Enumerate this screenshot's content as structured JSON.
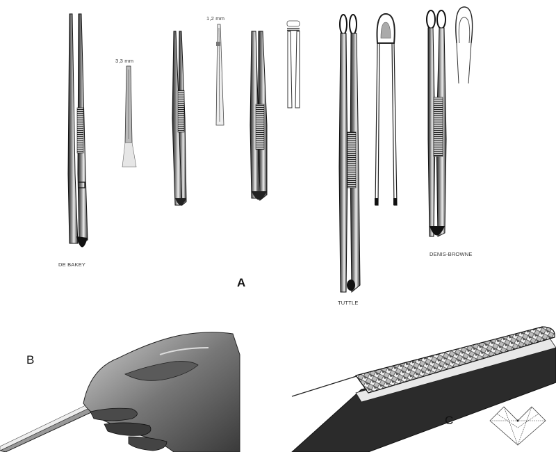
{
  "panel_a": {
    "letter": "A",
    "labels": {
      "de_bakey": "DE BAKEY",
      "size_33": "3,3 mm",
      "size_12": "1,2 mm",
      "tuttle": "TUTTLE",
      "denis_browne": "DENIS-BROWNE"
    }
  },
  "panel_b": {
    "letter": "B"
  },
  "panel_c": {
    "letter": "C"
  },
  "icons": [
    "forceps-icon",
    "tip-detail-icon",
    "hand-grip-illustration",
    "serrated-handle-illustration",
    "diamond-pattern-icon"
  ]
}
